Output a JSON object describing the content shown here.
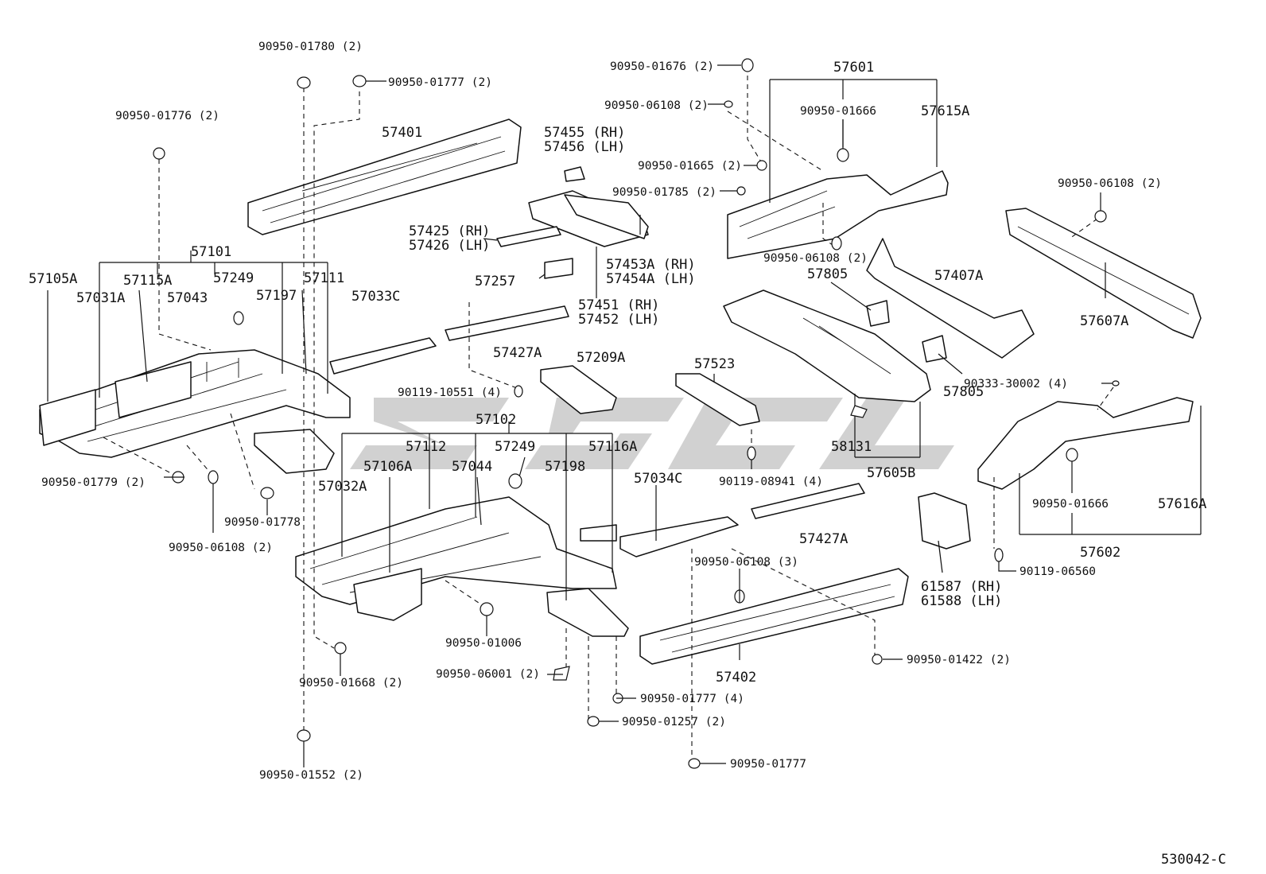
{
  "labels": {
    "p57101": "57101",
    "p57105A": "57105A",
    "p57115A": "57115A",
    "p57249a": "57249",
    "p57111": "57111",
    "p57031A": "57031A",
    "p57043": "57043",
    "p57197": "57197",
    "p57033C": "57033C",
    "p57401": "57401",
    "p57455": "57455 (RH)",
    "p57456": "57456 (LH)",
    "p57425": "57425 (RH)",
    "p57426": "57426 (LH)",
    "p57453A": "57453A (RH)",
    "p57454A": "57454A (LH)",
    "p57257": "57257",
    "p57451": "57451 (RH)",
    "p57452": "57452 (LH)",
    "p57427Aa": "57427A",
    "p57209A": "57209A",
    "p57102": "57102",
    "p57112": "57112",
    "p57249b": "57249",
    "p57116A": "57116A",
    "p57106A": "57106A",
    "p57044": "57044",
    "p57198": "57198",
    "p57032A": "57032A",
    "p57034C": "57034C",
    "p57523": "57523",
    "p57427Ab": "57427A",
    "p57402": "57402",
    "p57601": "57601",
    "p57615A": "57615A",
    "p57805a": "57805",
    "p57407A": "57407A",
    "p57607A": "57607A",
    "p57805b": "57805",
    "p58131": "58131",
    "p57605B": "57605B",
    "p61587": "61587 (RH)",
    "p61588": "61588 (LH)",
    "p57616A": "57616A",
    "p57602": "57602",
    "c0178": "90950-01780 (2)",
    "c0177a": "90950-01777 (2)",
    "c0176": "90950-01776 (2)",
    "c0179": "90950-01779 (2)",
    "c01778": "90950-01778",
    "c06108a": "90950-06108 (2)",
    "c10551": "90119-10551 (4)",
    "c01006": "90950-01006",
    "c06001": "90950-06001 (2)",
    "c01668": "90950-01668 (2)",
    "c01552": "90950-01552 (2)",
    "c01777b": "90950-01777 (4)",
    "c01257": "90950-01257 (2)",
    "c01777c": "90950-01777",
    "c08941": "90119-08941 (4)",
    "c06108b": "90950-06108 (3)",
    "c01422": "90950-01422 (2)",
    "c01676": "90950-01676 (2)",
    "c06108c": "90950-06108 (2)",
    "c01666a": "90950-01666",
    "c01665": "90950-01665 (2)",
    "c01785": "90950-01785 (2)",
    "c06108d": "90950-06108 (2)",
    "c06108e": "90950-06108 (2)",
    "c30002": "90333-30002 (4)",
    "c01666b": "90950-01666",
    "c06560": "90119-06560"
  },
  "figure_code": "530042-C",
  "watermark": "ZSPC",
  "colors": {
    "line": "#111111",
    "background": "#ffffff",
    "watermark": "#bdbdbd"
  }
}
